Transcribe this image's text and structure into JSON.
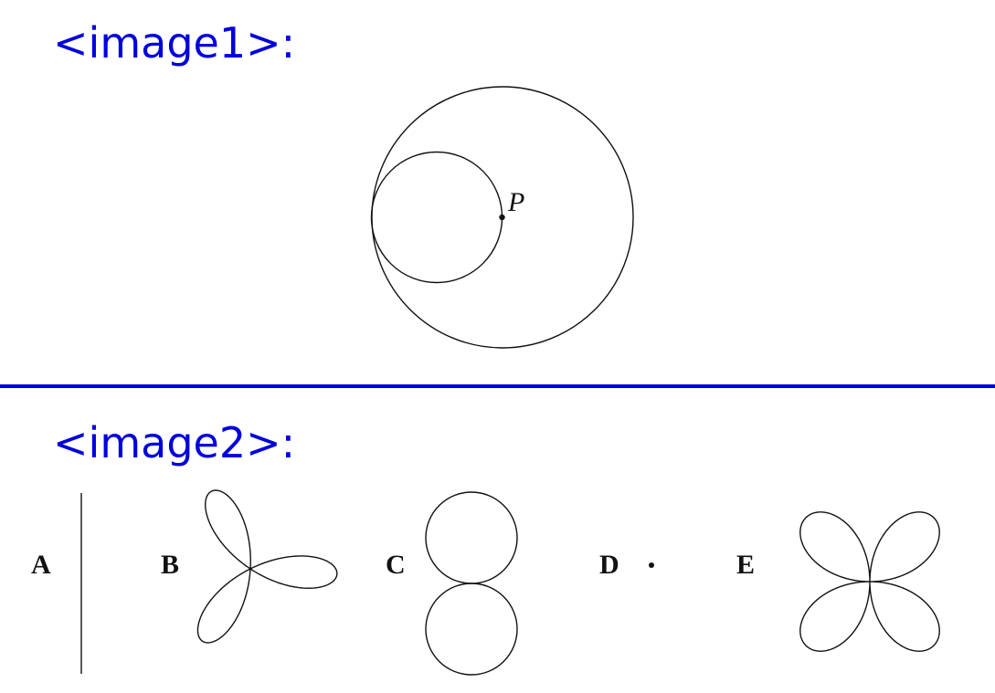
{
  "image1": {
    "label": "<image1>:",
    "point_label": "P"
  },
  "image2": {
    "label": "<image2>:",
    "options": [
      {
        "letter": "A",
        "shape": "vertical-line"
      },
      {
        "letter": "B",
        "shape": "three-petal-rose"
      },
      {
        "letter": "C",
        "shape": "two-circles-stacked"
      },
      {
        "letter": "D",
        "shape": "single-point"
      },
      {
        "letter": "E",
        "shape": "four-petal-rose"
      }
    ]
  },
  "colors": {
    "label": "#0000dd",
    "divider": "#0000dd",
    "ink": "#111111"
  }
}
